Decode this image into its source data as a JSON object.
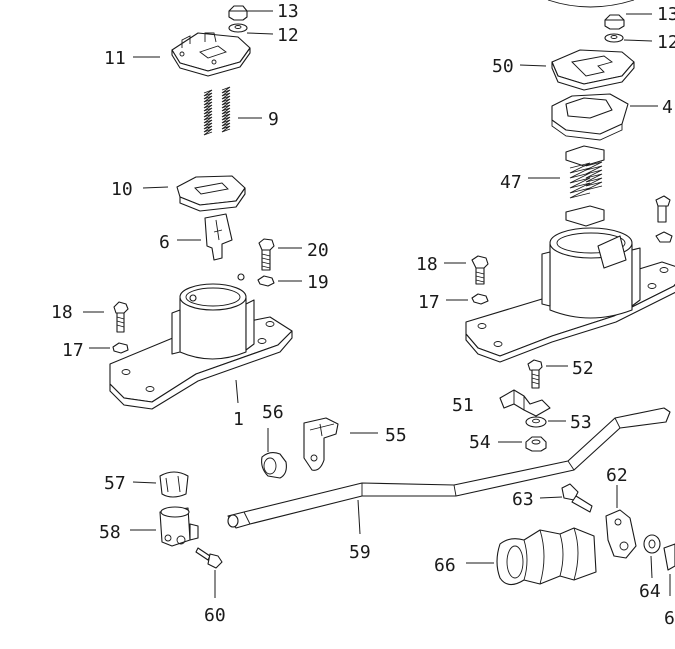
{
  "diagram": {
    "callouts": [
      {
        "id": "c13a",
        "text": "13"
      },
      {
        "id": "c12a",
        "text": "12"
      },
      {
        "id": "c11",
        "text": "11"
      },
      {
        "id": "c9",
        "text": "9"
      },
      {
        "id": "c10",
        "text": "10"
      },
      {
        "id": "c6",
        "text": "6"
      },
      {
        "id": "c20",
        "text": "20"
      },
      {
        "id": "c19",
        "text": "19"
      },
      {
        "id": "c18a",
        "text": "18"
      },
      {
        "id": "c17a",
        "text": "17"
      },
      {
        "id": "c1",
        "text": "1"
      },
      {
        "id": "c56",
        "text": "56"
      },
      {
        "id": "c55",
        "text": "55"
      },
      {
        "id": "c57",
        "text": "57"
      },
      {
        "id": "c58",
        "text": "58"
      },
      {
        "id": "c60",
        "text": "60"
      },
      {
        "id": "c59",
        "text": "59"
      },
      {
        "id": "c66",
        "text": "66"
      },
      {
        "id": "c63",
        "text": "63"
      },
      {
        "id": "c62",
        "text": "62"
      },
      {
        "id": "c64",
        "text": "64"
      },
      {
        "id": "c6b",
        "text": "6"
      },
      {
        "id": "c13b",
        "text": "13"
      },
      {
        "id": "c12b",
        "text": "12"
      },
      {
        "id": "c50",
        "text": "50"
      },
      {
        "id": "c4",
        "text": "4"
      },
      {
        "id": "c47",
        "text": "47"
      },
      {
        "id": "c18b",
        "text": "18"
      },
      {
        "id": "c17b",
        "text": "17"
      },
      {
        "id": "c52",
        "text": "52"
      },
      {
        "id": "c51",
        "text": "51"
      },
      {
        "id": "c53",
        "text": "53"
      },
      {
        "id": "c54",
        "text": "54"
      }
    ]
  }
}
